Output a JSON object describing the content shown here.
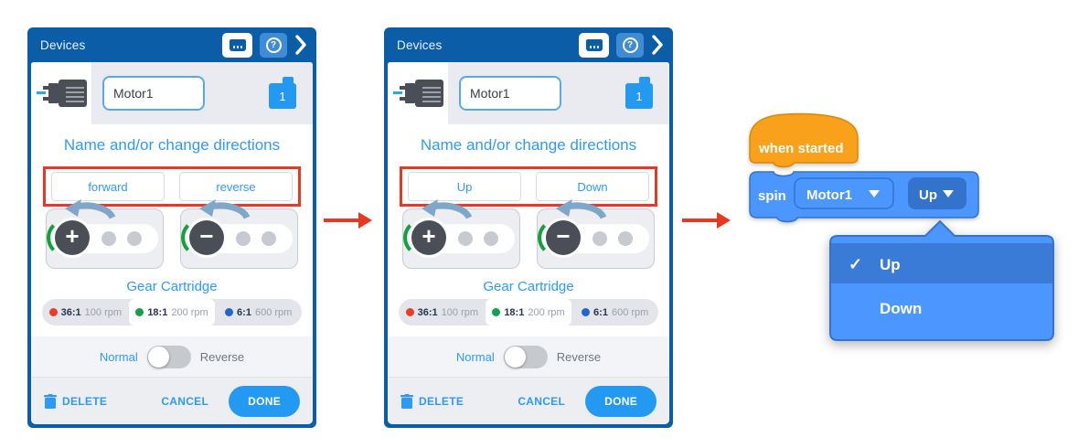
{
  "colors": {
    "header_blue": "#0B5DA7",
    "accent_blue": "#2E9AF7",
    "done_blue": "#2499F2",
    "highlight_red": "#E9381F",
    "block_yellow": "#F9A11B",
    "block_blue": "#4C97FF",
    "block_blue_dark": "#3373CC",
    "menu_selected_blue": "#3B7BD8",
    "gear_dot_red": "#EE3B24",
    "gear_dot_green": "#12A14B",
    "gear_dot_blue": "#2166CE"
  },
  "common": {
    "header_title": "Devices",
    "device_name": "Motor1",
    "port_number": "1",
    "section_title": "Name and/or change directions",
    "gear_title": "Gear Cartridge",
    "gear_options": [
      {
        "ratio": "36:1",
        "rpm": "100 rpm"
      },
      {
        "ratio": "18:1",
        "rpm": "200 rpm"
      },
      {
        "ratio": "6:1",
        "rpm": "600 rpm"
      }
    ],
    "toggle_left": "Normal",
    "toggle_right": "Reverse",
    "delete_label": "DELETE",
    "cancel_label": "CANCEL",
    "done_label": "DONE"
  },
  "panels": [
    {
      "direction_a": "forward",
      "direction_b": "reverse"
    },
    {
      "direction_a": "Up",
      "direction_b": "Down"
    }
  ],
  "blocks": {
    "hat_label": "when started",
    "spin_label": "spin",
    "motor_field_value": "Motor1",
    "direction_field_value": "Up",
    "menu_items": [
      {
        "label": "Up",
        "check": "✓"
      },
      {
        "label": "Down",
        "check": ""
      }
    ]
  }
}
